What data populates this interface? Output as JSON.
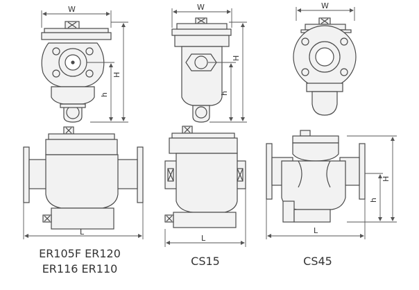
{
  "colors": {
    "outline": "#4a4a4a",
    "fill": "#f2f2f2",
    "dim": "#555555",
    "text": "#333333",
    "background": "#ffffff"
  },
  "dims": {
    "w": "W",
    "h_upper": "H",
    "h_lower": "h",
    "l": "L"
  },
  "models": [
    {
      "id": "er105f",
      "caption_line1": "ER105F ER120",
      "caption_line2": "ER116  ER110"
    },
    {
      "id": "cs15",
      "caption_line1": "CS15"
    },
    {
      "id": "cs45",
      "caption_line1": "CS45"
    }
  ]
}
